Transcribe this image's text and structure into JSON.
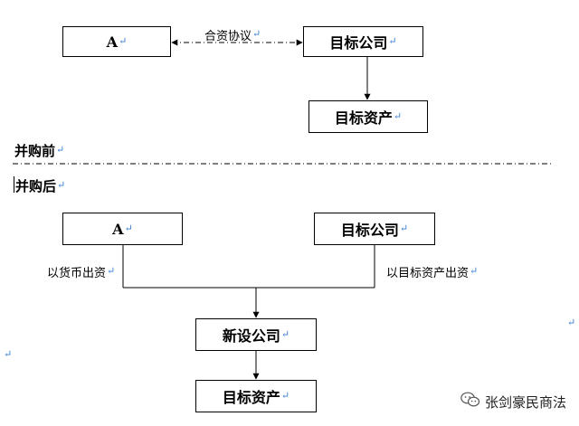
{
  "before": {
    "company_a": "A",
    "agreement_label": "合资协议",
    "target_company": "目标公司",
    "target_asset": "目标资产"
  },
  "section_labels": {
    "before": "并购前",
    "after": "并购后"
  },
  "after": {
    "company_a": "A",
    "target_company": "目标公司",
    "cash_contribution": "以货币出资",
    "asset_contribution": "以目标资产出资",
    "new_company": "新设公司",
    "target_asset": "目标资产"
  },
  "paragraph_mark": "↵",
  "watermark": {
    "icon": "wechat-bubble-icon",
    "text": "张剑豪民商法"
  },
  "colors": {
    "paragraph_mark": "#3a7fd4"
  }
}
